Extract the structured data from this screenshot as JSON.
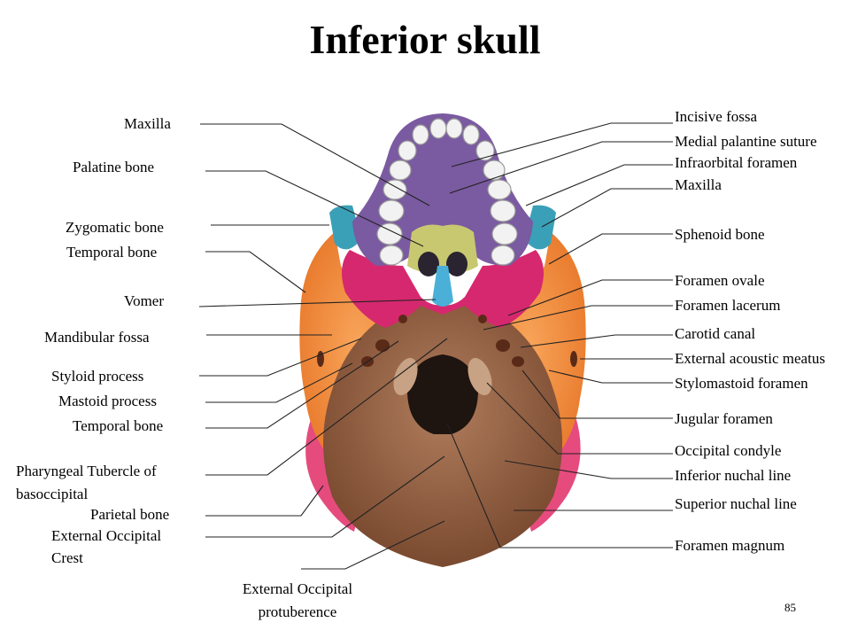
{
  "title": "Inferior skull",
  "page_number": "85",
  "labels_left": {
    "maxilla": "Maxilla",
    "palatine_bone": "Palatine bone",
    "zygomatic_bone": "Zygomatic bone",
    "temporal_bone_1": "Temporal bone",
    "vomer": "Vomer",
    "mandibular_fossa": "Mandibular fossa",
    "styloid_process": "Styloid process",
    "mastoid_process": "Mastoid process",
    "temporal_bone_2": "Temporal bone",
    "pharyngeal_tubercle_1": "Pharyngeal Tubercle of",
    "pharyngeal_tubercle_2": "basoccipital",
    "parietal_bone": "Parietal bone",
    "ext_occ_crest_1": "External Occipital",
    "ext_occ_crest_2": "Crest",
    "ext_occ_prot_1": "External Occipital",
    "ext_occ_prot_2": "protuberence"
  },
  "labels_right": {
    "incisive_fossa": "Incisive fossa",
    "medial_palatine_suture": "Medial palantine suture",
    "infraorbital_foramen": "Infraorbital foramen",
    "maxilla": "Maxilla",
    "sphenoid_bone": "Sphenoid bone",
    "foramen_ovale": "Foramen ovale",
    "foramen_lacerum": "Foramen lacerum",
    "carotid_canal": "Carotid canal",
    "external_acoustic_meatus": "External acoustic meatus",
    "stylomastoid_foramen": "Stylomastoid foramen",
    "jugular_foramen": "Jugular foramen",
    "occipital_condyle": "Occipital condyle",
    "inferior_nuchal_line": "Inferior nuchal line",
    "superior_nuchal_line": "Superior nuchal line",
    "foramen_magnum": "Foramen magnum"
  },
  "colors": {
    "occipital": "#8b5a3c",
    "temporal": "#f08a3a",
    "parietal": "#e64b7e",
    "sphenoid": "#d6286e",
    "maxilla": "#7a5aa0",
    "palatine": "#c8c870",
    "zygomatic": "#3aa0b8",
    "vomer": "#4ab0d8",
    "teeth": "#f2f2f2"
  }
}
